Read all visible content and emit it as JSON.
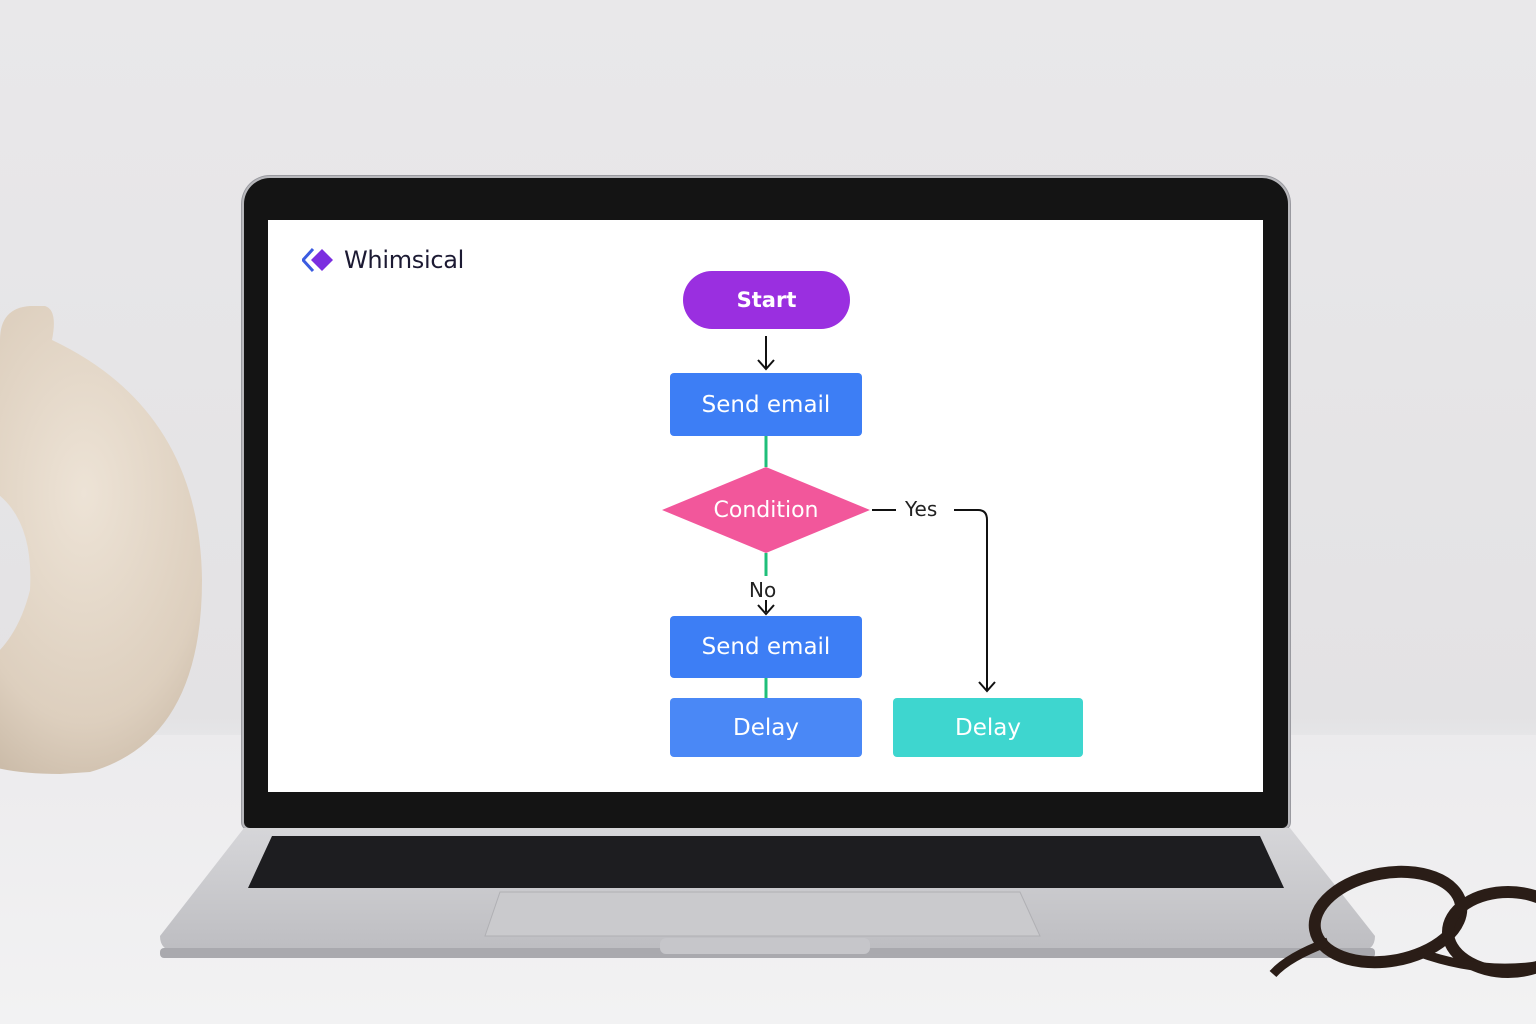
{
  "app": {
    "name": "Whimsical"
  },
  "flowchart": {
    "start": "Start",
    "step1": "Send email",
    "decision": "Condition",
    "branch_yes": "Yes",
    "branch_no": "No",
    "no_step1": "Send email",
    "no_step2": "Delay",
    "yes_step": "Delay"
  },
  "colors": {
    "start": "#9a2fe0",
    "action": "#3d7ef5",
    "decision": "#f2579b",
    "yes_delay": "#3ed6cf",
    "connector": "#1fbf7a"
  }
}
